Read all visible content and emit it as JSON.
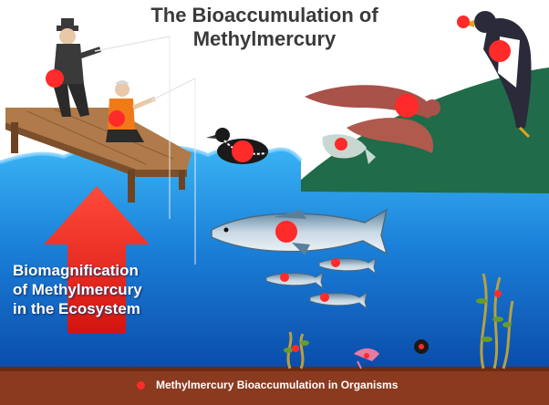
{
  "diagram": {
    "title_line1": "The Bioaccumulation of",
    "title_line2": "Methylmercury",
    "biomag_line1": "Biomagnification",
    "biomag_line2": "of Methylmercury",
    "biomag_line3": "in the Ecosystem",
    "legend_label": "Methylmercury Bioaccumulation in Organisms"
  },
  "colors": {
    "mercury_dot": "#ff2a2a",
    "water": "#1f8fe0",
    "deep_water": "#0e58b4",
    "hill": "#1f6b4a",
    "sediment": "#8a3a1f",
    "dock": "#b07a4a",
    "arrow": "#e8201e"
  }
}
